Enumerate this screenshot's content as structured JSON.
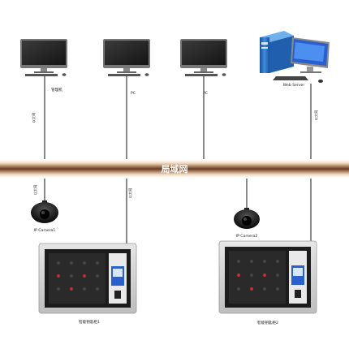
{
  "network": {
    "bus_label": "局域网"
  },
  "top_nodes": [
    {
      "label": "管理机",
      "link_label": "以太网"
    },
    {
      "label": "PC",
      "link_label": ""
    },
    {
      "label": "PC",
      "link_label": ""
    },
    {
      "label": "Web Server",
      "link_label": "以太网"
    }
  ],
  "cameras": [
    {
      "label": "IP Camera1",
      "link_label": "以太网"
    },
    {
      "label": "IP Camera2",
      "link_label": ""
    }
  ],
  "cabinets": [
    {
      "label": "智能钥匙柜1",
      "link_label": "以太网"
    },
    {
      "label": "智能钥匙柜2",
      "link_label": ""
    }
  ],
  "colors": {
    "bus_dark": "#6b3a1c",
    "bus_light": "#f2dcc2",
    "cabinet_frame": "#d8d8d8",
    "cabinet_inner": "#1a1a1a",
    "screen_blue": "#2a5fcf",
    "tower_blue": "#2f7fd6"
  }
}
